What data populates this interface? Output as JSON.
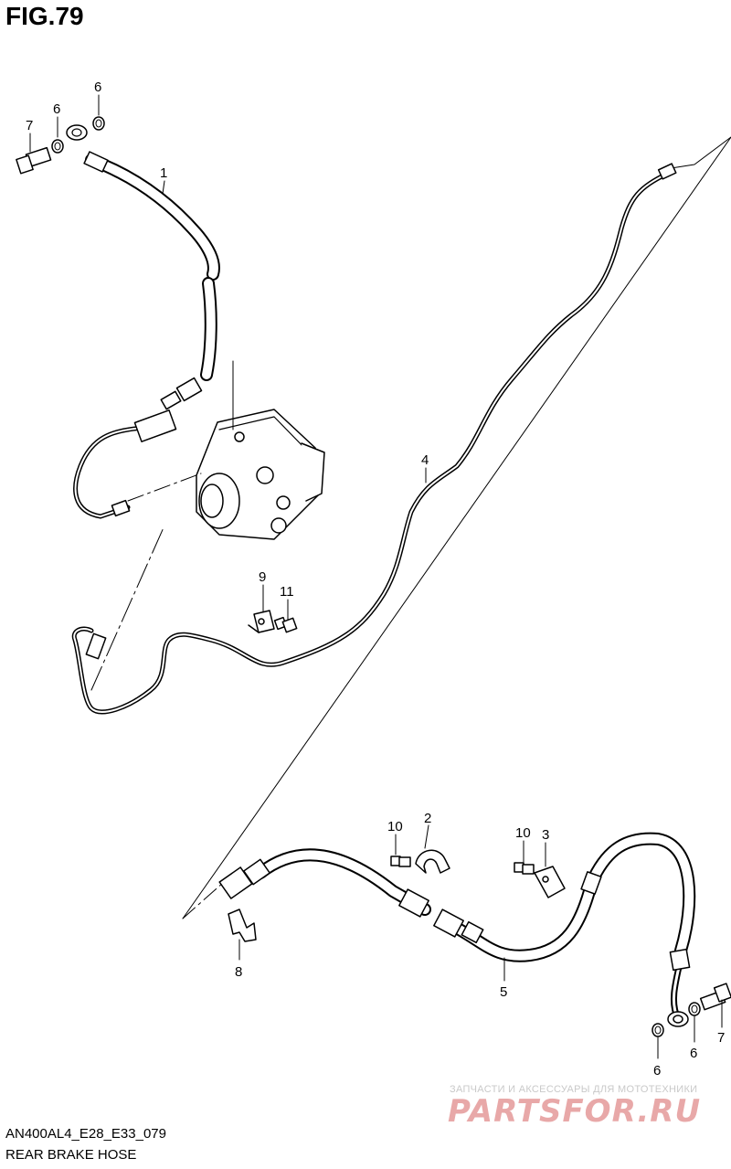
{
  "figure": {
    "title": "FIG.79",
    "model_code": "AN400AL4_E28_E33_079",
    "section_name": "REAR BRAKE HOSE"
  },
  "callouts": {
    "c1": "1",
    "c2": "2",
    "c3": "3",
    "c4": "4",
    "c5": "5",
    "c6a": "6",
    "c6b": "6",
    "c6c": "6",
    "c6d": "6",
    "c7a": "7",
    "c7b": "7",
    "c8": "8",
    "c9": "9",
    "c10a": "10",
    "c10b": "10",
    "c11": "11"
  },
  "watermark": {
    "tagline": "ЗАПЧАСТИ И АКСЕССУАРЫ ДЛЯ МОТОТЕХНИКИ",
    "logo": "PARTSFOR.RU",
    "color": "#e8a8a8"
  }
}
